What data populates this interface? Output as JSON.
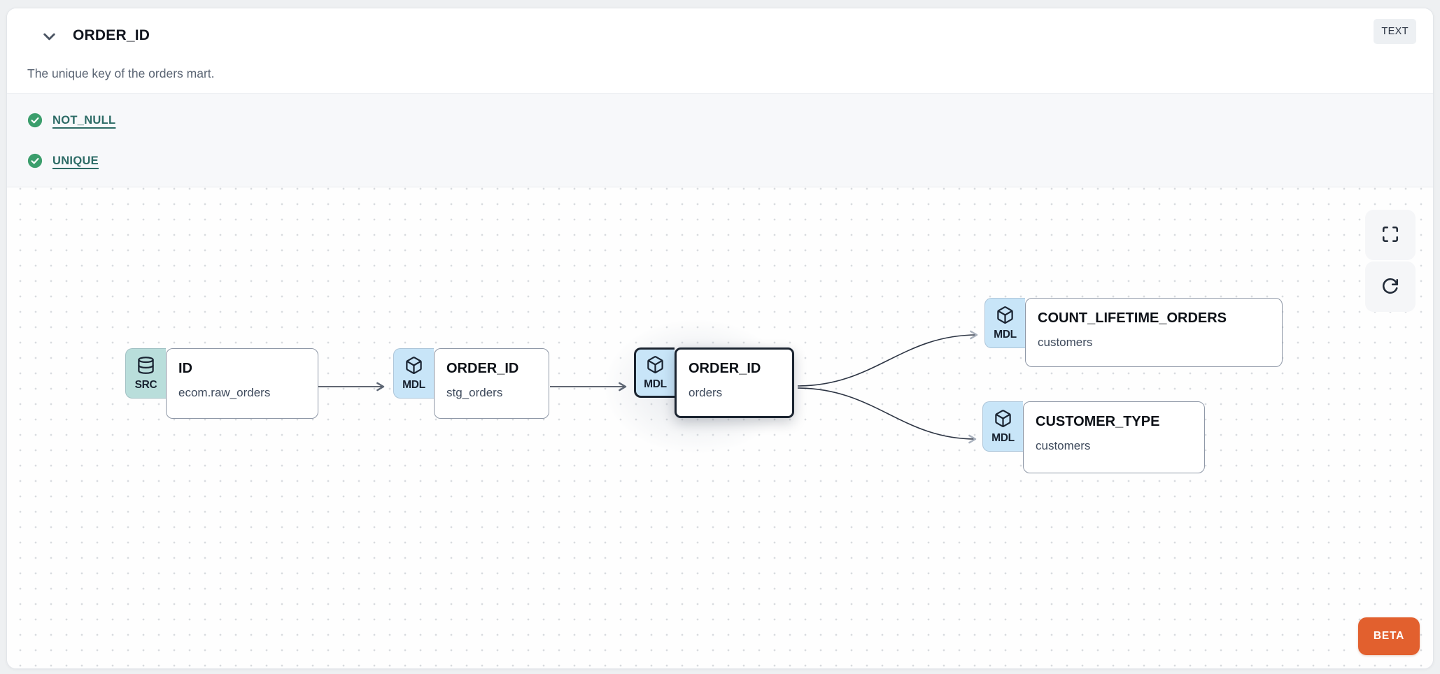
{
  "header": {
    "title": "ORDER_ID",
    "type_badge": "TEXT",
    "description": "The unique key of the orders mart."
  },
  "tests": [
    {
      "name": "NOT_NULL",
      "status": "passed"
    },
    {
      "name": "UNIQUE",
      "status": "passed"
    }
  ],
  "lineage": {
    "nodes": [
      {
        "badge": "SRC",
        "icon": "database-icon",
        "title": "ID",
        "subtitle": "ecom.raw_orders",
        "selected": false
      },
      {
        "badge": "MDL",
        "icon": "cube-icon",
        "title": "ORDER_ID",
        "subtitle": "stg_orders",
        "selected": false
      },
      {
        "badge": "MDL",
        "icon": "cube-icon",
        "title": "ORDER_ID",
        "subtitle": "orders",
        "selected": true
      },
      {
        "badge": "MDL",
        "icon": "cube-icon",
        "title": "COUNT_LIFETIME_ORDERS",
        "subtitle": "customers",
        "selected": false
      },
      {
        "badge": "MDL",
        "icon": "cube-icon",
        "title": "CUSTOMER_TYPE",
        "subtitle": "customers",
        "selected": false
      }
    ],
    "beta_label": "BETA",
    "icons": [
      "expand-icon",
      "refresh-icon",
      "chevron-down-icon",
      "check-circle-icon"
    ]
  },
  "colors": {
    "src_badge": "#b9dedb",
    "mdl_badge": "#c8e5f8",
    "selected_border": "#1b2430",
    "test_pass_green": "#3b9e6c",
    "test_link": "#2d6b66",
    "beta_orange": "#e2602e",
    "edge": "#2d3544"
  }
}
